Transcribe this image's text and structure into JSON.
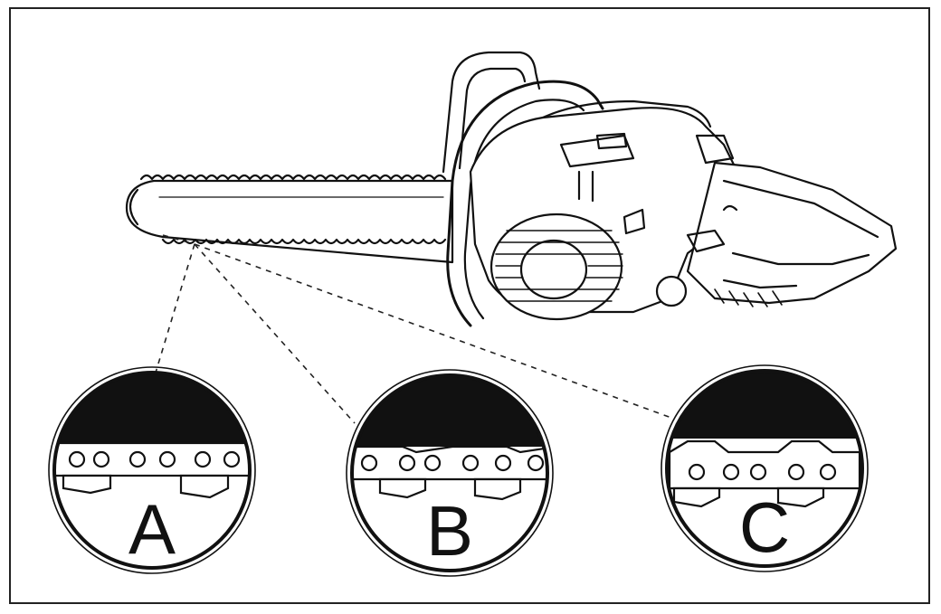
{
  "figure": {
    "colors": {
      "line": "#111111",
      "fill_dark": "#111111",
      "background": "#ffffff"
    },
    "callouts": [
      {
        "id": "A",
        "label": "A"
      },
      {
        "id": "B",
        "label": "B"
      },
      {
        "id": "C",
        "label": "C"
      }
    ]
  }
}
